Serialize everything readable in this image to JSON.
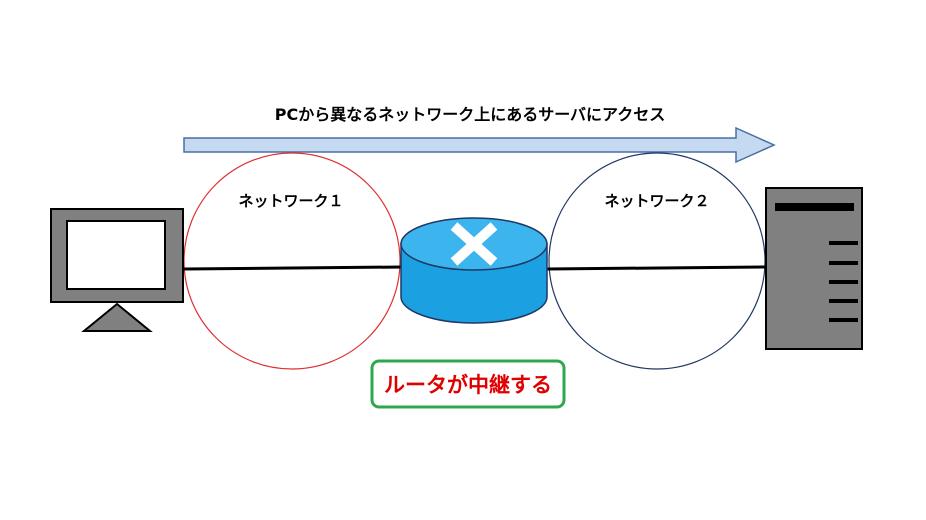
{
  "arrow": {
    "label": "PCから異なるネットワーク上にあるサーバにアクセス"
  },
  "networks": [
    {
      "label": "ネットワーク１"
    },
    {
      "label": "ネットワーク２"
    }
  ],
  "router": {
    "callout": "ルータが中継する"
  },
  "colors": {
    "arrow_fill": "#c5d9f1",
    "arrow_stroke": "#4a6fa5",
    "network1_circle": "#e03030",
    "network2_circle": "#1f3864",
    "router_body": "#1ba1e2",
    "router_top": "#3cb4ee",
    "callout_border": "#2ea84f",
    "callout_text": "#e00000",
    "pc_frame": "#808080",
    "server_body": "#808080"
  }
}
